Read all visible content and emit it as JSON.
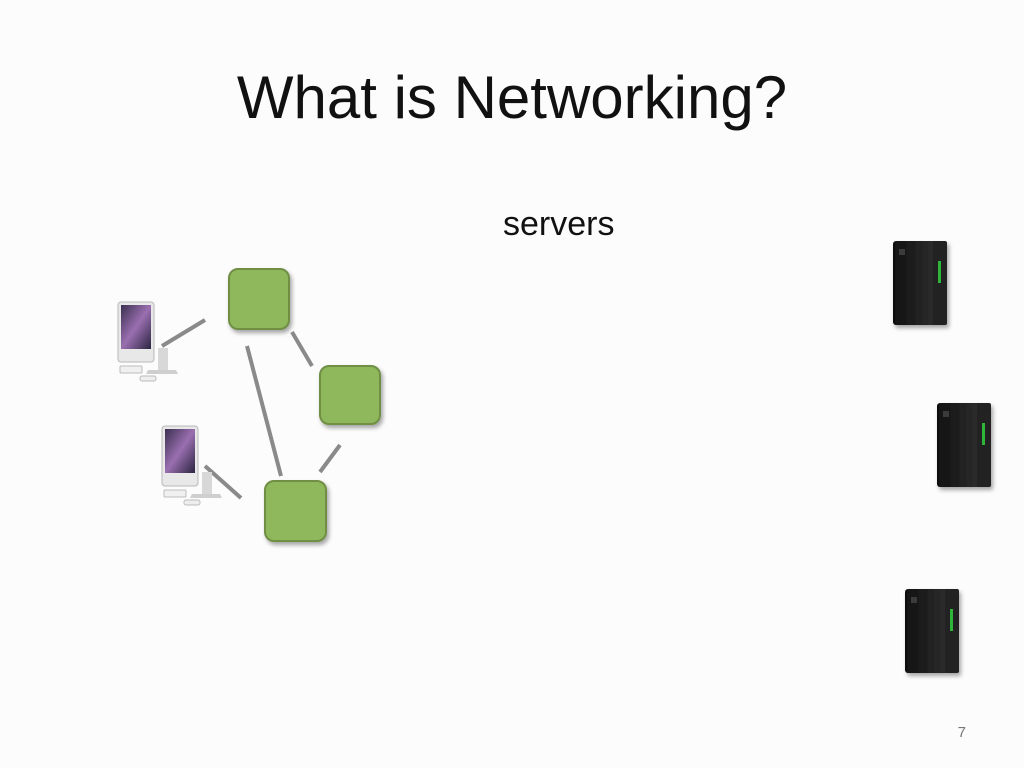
{
  "slide": {
    "title": "What is Networking?",
    "servers_label": "servers",
    "page_number": "7"
  },
  "colors": {
    "router_fill": "#8fb85c",
    "router_stroke": "#5b7a2f",
    "link": "#8a8a8a",
    "server_body": "#1a1a1a",
    "server_led": "#30d040"
  },
  "diagram": {
    "node_types": [
      "computer",
      "router",
      "server"
    ],
    "icon_names": [
      "imac-computer-icon",
      "router-node-icon",
      "server-tower-icon"
    ]
  }
}
